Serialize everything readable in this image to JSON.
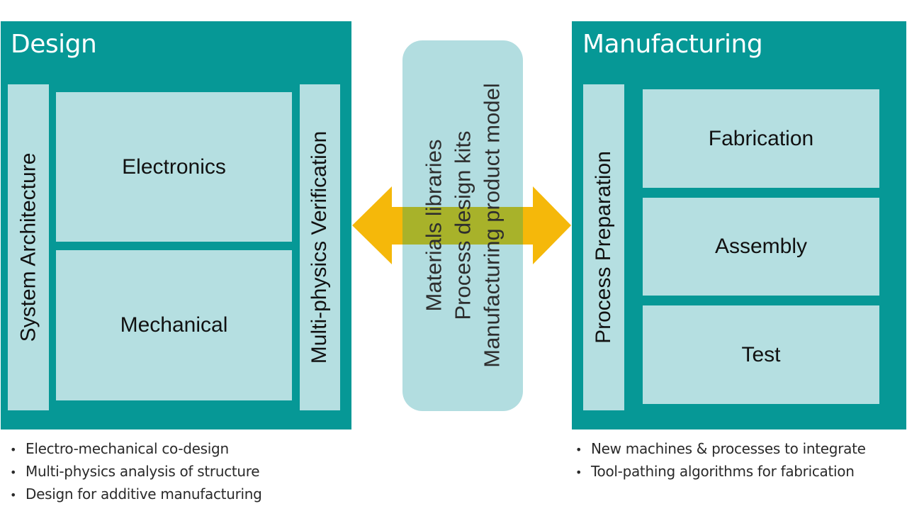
{
  "design": {
    "title": "Design",
    "left_bar": "System Architecture",
    "right_bar": "Multi-physics Verification",
    "boxes": [
      "Electronics",
      "Mechanical"
    ],
    "bullets": [
      "Electro-mechanical co-design",
      "Multi-physics analysis of structure",
      "Design for additive manufacturing"
    ]
  },
  "bridge": {
    "lines": [
      "Materials libraries",
      "Process design kits",
      "Manufacturing product model"
    ],
    "arrow": "double-headed-arrow"
  },
  "manufacturing": {
    "title": "Manufacturing",
    "left_bar": "Process Preparation",
    "boxes": [
      "Fabrication",
      "Assembly",
      "Test"
    ],
    "bullets": [
      "New machines & processes to integrate",
      "Tool-pathing algorithms for fabrication"
    ]
  },
  "colors": {
    "panel": "#069896",
    "box": "#b5dfe1",
    "arrow": "#f5b80a",
    "arrow_overlap": "#a8b22a"
  }
}
